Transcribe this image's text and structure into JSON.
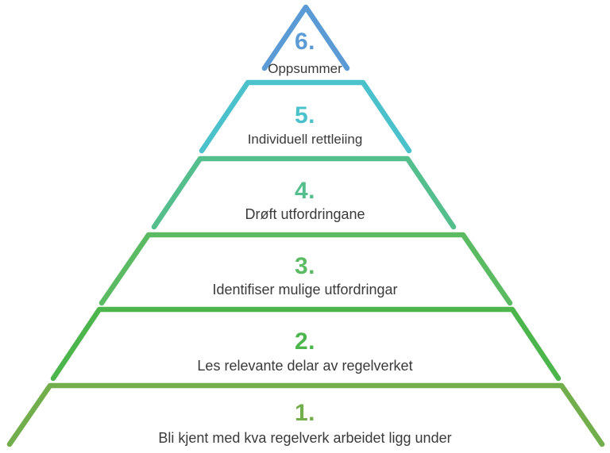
{
  "diagram": {
    "type": "pyramid",
    "background_color": "#ffffff",
    "label_text_color": "#3a3a3a",
    "levels": [
      {
        "number": "6.",
        "label": "Oppsummer",
        "color": "#5b9bd5"
      },
      {
        "number": "5.",
        "label": "Individuell rettleiing",
        "color": "#4ac1cb"
      },
      {
        "number": "4.",
        "label": "Drøft utfordringane",
        "color": "#55be8d"
      },
      {
        "number": "3.",
        "label": "Identifiser mulige utfordringar",
        "color": "#5abb62"
      },
      {
        "number": "2.",
        "label": "Les relevante delar av regelverket",
        "color": "#4cb64c"
      },
      {
        "number": "1.",
        "label": "Bli kjent med kva regelverk arbeidet ligg under",
        "color": "#72ae4b"
      }
    ]
  }
}
